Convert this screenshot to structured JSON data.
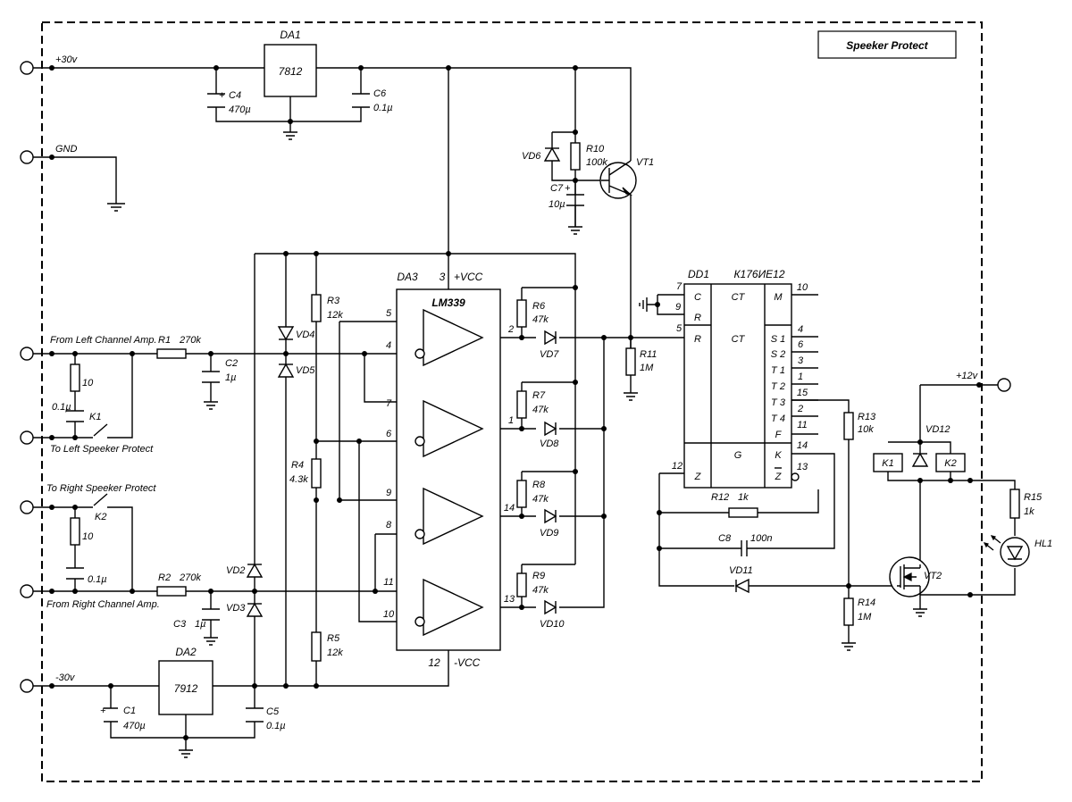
{
  "title": "Speeker Protect",
  "rails": {
    "pos30": "+30v",
    "gnd": "GND",
    "neg30": "-30v",
    "pos12": "+12v"
  },
  "io": {
    "left_in": "From Left Channel Amp.",
    "left_out": "To Left Speeker  Protect",
    "right_out": "To Right Speeker  Protect",
    "right_in": "From Right Channel Amp."
  },
  "regulators": [
    {
      "ref": "DA1",
      "part": "7812"
    },
    {
      "ref": "DA2",
      "part": "7912"
    }
  ],
  "comparator": {
    "ref": "DA3",
    "part": "LM339",
    "vcc_pin": "3",
    "vcc": "+VCC",
    "vee_pin": "12",
    "vee": "-VCC",
    "pins": [
      "5",
      "4",
      "7",
      "6",
      "9",
      "8",
      "11",
      "10",
      "2",
      "1",
      "14",
      "13"
    ]
  },
  "counter": {
    "ref": "DD1",
    "part": "К176ИЕ12",
    "left_pins": [
      "7",
      "9",
      "5",
      "12"
    ],
    "right_pins": [
      "10",
      "4",
      "6",
      "3",
      "1",
      "15",
      "2",
      "11",
      "14",
      "13"
    ],
    "cells": [
      "C",
      "R",
      "R",
      "Z",
      "CT",
      "CT",
      "G",
      "M",
      "S 1",
      "S 2",
      "T 1",
      "T 2",
      "T 3",
      "T 4",
      "F",
      "K",
      "Z"
    ]
  },
  "resistors": [
    {
      "ref": "R1",
      "value": "270k"
    },
    {
      "ref": "R2",
      "value": "270k"
    },
    {
      "ref": "R3",
      "value": "12k"
    },
    {
      "ref": "R4",
      "value": "4.3k"
    },
    {
      "ref": "R5",
      "value": "12k"
    },
    {
      "ref": "R6",
      "value": "47k"
    },
    {
      "ref": "R7",
      "value": "47k"
    },
    {
      "ref": "R8",
      "value": "47k"
    },
    {
      "ref": "R9",
      "value": "47k"
    },
    {
      "ref": "R10",
      "value": "100k"
    },
    {
      "ref": "R11",
      "value": "1M"
    },
    {
      "ref": "R12",
      "value": "1k"
    },
    {
      "ref": "R13",
      "value": "10k"
    },
    {
      "ref": "R14",
      "value": "1M"
    },
    {
      "ref": "R15",
      "value": "1k"
    },
    {
      "ref": "",
      "value": "10"
    },
    {
      "ref": "",
      "value": "10"
    }
  ],
  "capacitors": [
    {
      "ref": "C1",
      "value": "470µ"
    },
    {
      "ref": "C2",
      "value": "1µ"
    },
    {
      "ref": "C3",
      "value": "1µ"
    },
    {
      "ref": "C4",
      "value": "470µ"
    },
    {
      "ref": "C5",
      "value": "0.1µ"
    },
    {
      "ref": "C6",
      "value": "0.1µ"
    },
    {
      "ref": "C7",
      "value": "10µ"
    },
    {
      "ref": "C8",
      "value": "100n"
    },
    {
      "ref": "",
      "value": "0.1µ"
    },
    {
      "ref": "",
      "value": "0.1µ"
    }
  ],
  "diodes": [
    "VD2",
    "VD3",
    "VD4",
    "VD5",
    "VD6",
    "VD7",
    "VD8",
    "VD9",
    "VD10",
    "VD11",
    "VD12"
  ],
  "transistors": [
    "VT1",
    "VT2"
  ],
  "relays": [
    "K1",
    "K2"
  ],
  "led": "HL1",
  "polarity": "+"
}
